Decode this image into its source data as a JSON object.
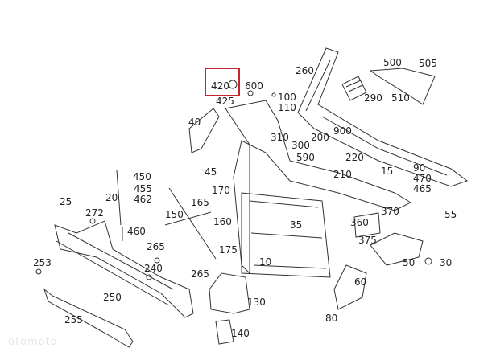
{
  "diagram": {
    "highlight_color": "#c8242b",
    "labels": [
      "420",
      "425",
      "600",
      "100",
      "110",
      "260",
      "500",
      "505",
      "290",
      "510",
      "40",
      "310",
      "300",
      "200",
      "900",
      "590",
      "220",
      "210",
      "15",
      "90",
      "470",
      "465",
      "450",
      "455",
      "462",
      "20",
      "25",
      "272",
      "460",
      "45",
      "170",
      "165",
      "150",
      "160",
      "175",
      "265",
      "240",
      "265",
      "253",
      "250",
      "255",
      "130",
      "140",
      "35",
      "10",
      "370",
      "55",
      "360",
      "375",
      "50",
      "30",
      "60",
      "80"
    ],
    "watermark": "otomoto"
  }
}
